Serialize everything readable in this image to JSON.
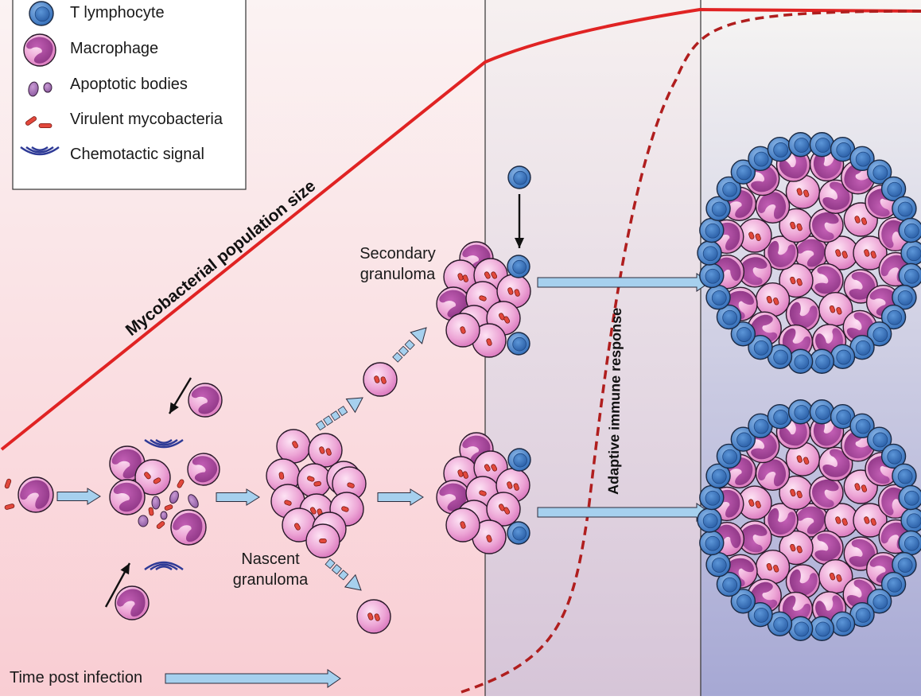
{
  "legend": {
    "items": [
      {
        "label": "T lymphocyte",
        "icon": "t-lymphocyte-icon"
      },
      {
        "label": "Macrophage",
        "icon": "macrophage-icon"
      },
      {
        "label": "Apoptotic bodies",
        "icon": "apoptotic-bodies-icon"
      },
      {
        "label": "Virulent mycobacteria",
        "icon": "mycobacteria-icon"
      },
      {
        "label": "Chemotactic signal",
        "icon": "chemotactic-signal-icon"
      }
    ]
  },
  "curves": {
    "bacterial_label": "Mycobacterial population size",
    "immune_label": "Adaptive immune response"
  },
  "labels": {
    "secondary_line1": "Secondary",
    "secondary_line2": "granuloma",
    "nascent_line1": "Nascent",
    "nascent_line2": "granuloma",
    "time_axis": "Time post infection"
  },
  "colors": {
    "tcell": "#3d7cc7",
    "macrophage": "#e79ad0",
    "nucleus": "#9a3f90",
    "bacteria": "#e2483c",
    "signal": "#2e3a96",
    "arrow": "#a6d0ee",
    "curve": "#e02323",
    "immune_curve": "#b01e1e"
  }
}
